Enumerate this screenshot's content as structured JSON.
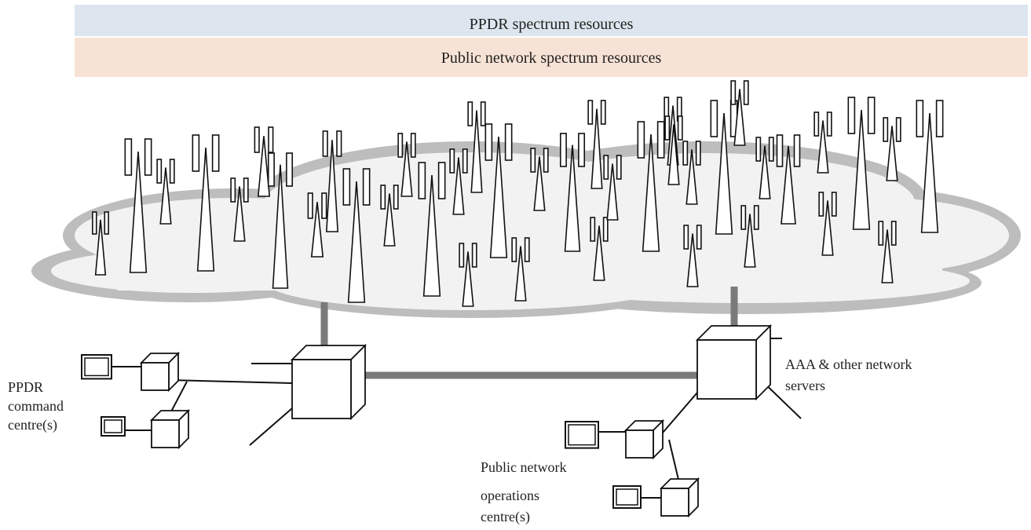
{
  "bands": {
    "ppdr": "PPDR spectrum resources",
    "public": "Public network spectrum resources"
  },
  "labels": {
    "ppdr_centre": [
      "PPDR",
      "command",
      "centre(s)"
    ],
    "aaa_servers": [
      "AAA & other network",
      "servers"
    ],
    "public_ops": [
      "Public network",
      "operations",
      "centre(s)"
    ]
  },
  "colors": {
    "cloud_fill": "#f2f2f2",
    "cloud_shadow": "#bdbdbd",
    "link": "#7a7a7a",
    "line": "#111111"
  },
  "icons": {
    "antenna": "antenna-tower-icon",
    "switch": "network-node-icon",
    "terminal": "terminal-icon"
  }
}
